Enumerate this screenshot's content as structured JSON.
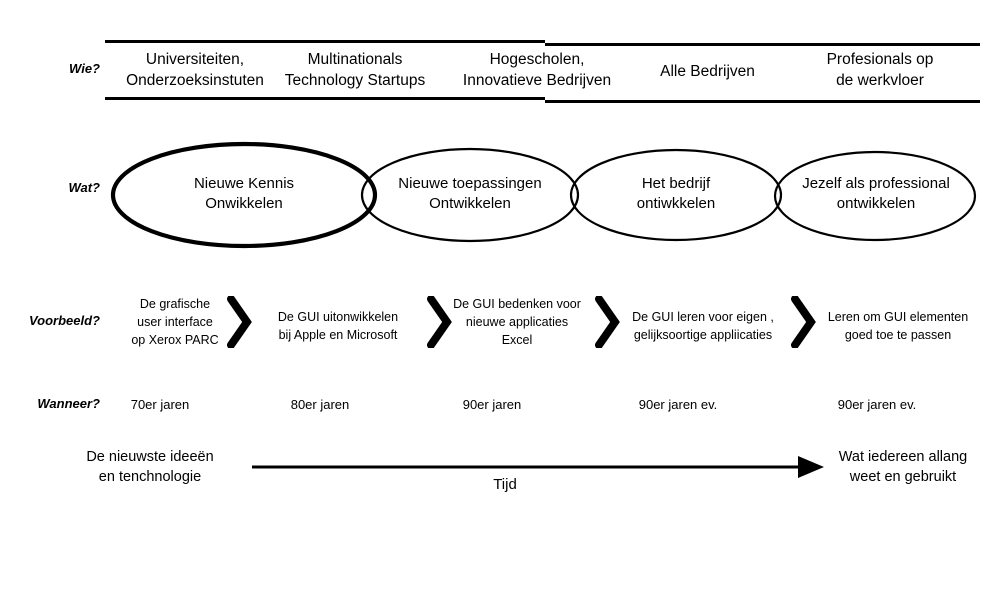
{
  "rows": {
    "who": {
      "label": "Wie?"
    },
    "what": {
      "label": "Wat?"
    },
    "example": {
      "label": "Voorbeeld?"
    },
    "when": {
      "label": "Wanneer?"
    }
  },
  "who_cells": [
    {
      "line1": "Universiteiten,",
      "line2": "Onderzoeksinstuten"
    },
    {
      "line1": "Multinationals",
      "line2": "Technology Startups"
    },
    {
      "line1": "Hogescholen,",
      "line2": "Innovatieve Bedrijven"
    },
    {
      "line1": "Alle Bedrijven",
      "line2": ""
    },
    {
      "line1": "Profesionals op",
      "line2": "de werkvloer"
    }
  ],
  "what_ellipses": [
    {
      "line1": "Nieuwe Kennis",
      "line2": "Onwikkelen",
      "emphasis": "thick"
    },
    {
      "line1": "Nieuwe toepassingen",
      "line2": "Ontwikkelen",
      "emphasis": "normal"
    },
    {
      "line1": "Het bedrijf",
      "line2": "ontiwkkelen",
      "emphasis": "normal"
    },
    {
      "line1": "Jezelf als professional",
      "line2": "ontwikkelen",
      "emphasis": "normal"
    }
  ],
  "example_cells": [
    {
      "line1": "De grafische",
      "line2": "user interface",
      "line3": "op Xerox PARC"
    },
    {
      "line1": "De GUI uitonwikkelen",
      "line2": "bij Apple en Microsoft",
      "line3": ""
    },
    {
      "line1": "De GUI bedenken voor",
      "line2": "nieuwe applicaties",
      "line3": "Excel"
    },
    {
      "line1": "De GUI leren voor eigen ,",
      "line2": "gelijksoortige appliicaties",
      "line3": ""
    },
    {
      "line1": "Leren om GUI elementen",
      "line2": "goed toe te passen",
      "line3": ""
    }
  ],
  "when_cells": [
    {
      "text": "70er jaren"
    },
    {
      "text": "80er jaren"
    },
    {
      "text": "90er jaren"
    },
    {
      "text": "90er jaren ev."
    },
    {
      "text": "90er jaren ev."
    }
  ],
  "footer": {
    "left": {
      "line1": "De nieuwste ideeën",
      "line2": "en tenchnologie"
    },
    "axis_label": "Tijd",
    "right": {
      "line1": "Wat iedereen allang",
      "line2": "weet en gebruikt"
    }
  },
  "icons": {
    "chevron": "chevron-right-icon",
    "arrow": "arrow-right-icon"
  },
  "colors": {
    "ink": "#000000",
    "background": "#ffffff"
  }
}
